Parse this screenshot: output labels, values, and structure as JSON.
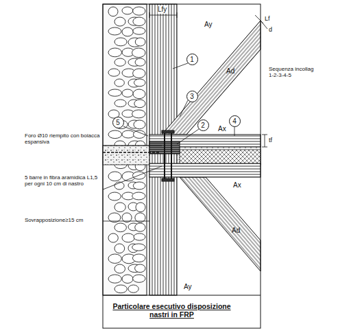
{
  "diagram": {
    "caption": "Particolare esecutivo disposizione nastri in FRP",
    "nodes": [
      {
        "text": [
          "1"
        ]
      },
      {
        "text": [
          "3"
        ]
      },
      {
        "text": [
          "5"
        ]
      },
      {
        "text": [
          "2"
        ]
      },
      {
        "text": [
          "4"
        ]
      }
    ],
    "labels": [
      "Lfy",
      "Ay",
      "Lf",
      "d",
      "Ad",
      "Sequenza incollag 1-2-3-4-5",
      "Ax",
      "tf",
      "Foro Ø10 riempito con boiacca espansiva",
      "5 barre in fibra aramidica L1,5 per ogni 10 cm di nastro",
      "Sovrapposizione≥15 cm",
      "Ax",
      "Ad",
      "Ay"
    ]
  }
}
